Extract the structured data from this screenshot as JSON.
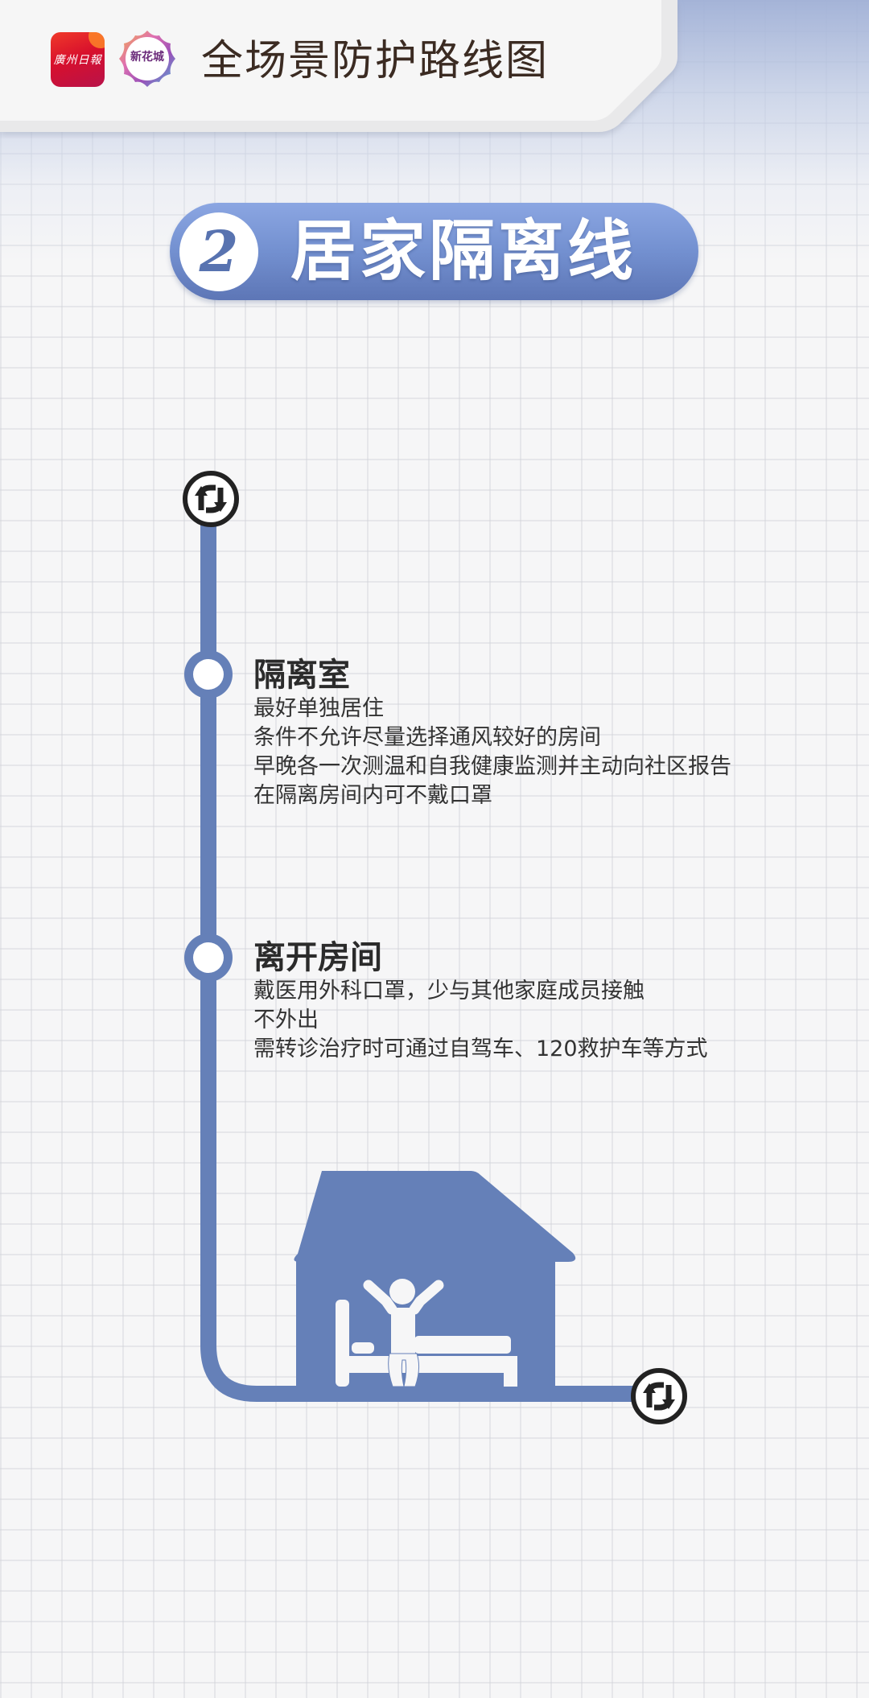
{
  "header": {
    "logos": [
      {
        "name": "guangzhou-daily-logo",
        "text": "廣州日報"
      },
      {
        "name": "xinhuacheng-logo",
        "text": "新花城"
      }
    ],
    "title": "全场景防护路线图"
  },
  "section_banner": {
    "number": "2",
    "title": "居家隔离线"
  },
  "timeline": {
    "start_icon": "refresh-cycle-icon",
    "end_icon": "refresh-cycle-icon",
    "nodes": [
      {
        "title": "隔离室",
        "lines": [
          "最好单独居住",
          "条件不允许尽量选择通风较好的房间",
          "早晚各一次测温和自我健康监测并主动向社区报告",
          "在隔离房间内可不戴口罩"
        ]
      },
      {
        "title": "离开房间",
        "lines": [
          "戴医用外科口罩，少与其他家庭成员接触",
          "不外出",
          "需转诊治疗时可通过自驾车、120救护车等方式"
        ]
      }
    ],
    "illustration": "house-person-bed-icon"
  },
  "colors": {
    "accent_blue": "#6580b8",
    "title_text": "#3b2b22",
    "body_text": "#333333",
    "icon_dark": "#222222"
  }
}
